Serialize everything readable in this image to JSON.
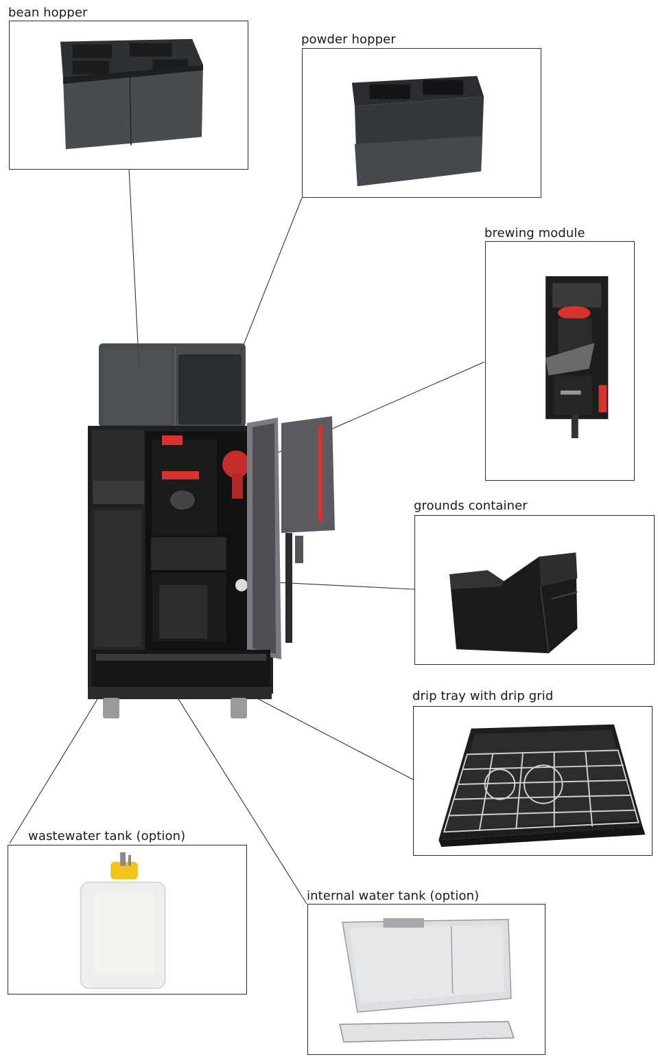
{
  "labels": {
    "bean_hopper": "bean hopper",
    "powder_hopper": "powder hopper",
    "brewing_module": "brewing module",
    "grounds_container": "grounds container",
    "drip_tray": "drip tray with drip grid",
    "wastewater_tank": "wastewater tank (option)",
    "internal_water_tank": "internal water tank (option)"
  },
  "colors": {
    "machine_body": "#1f1f1f",
    "hopper_tint": "#3a3d40",
    "accent_red": "#d8322e",
    "panel_grey": "#6c6c70",
    "tank_white": "#eeeeec",
    "cap_yellow": "#f0c419",
    "leader_line": "#333333"
  }
}
